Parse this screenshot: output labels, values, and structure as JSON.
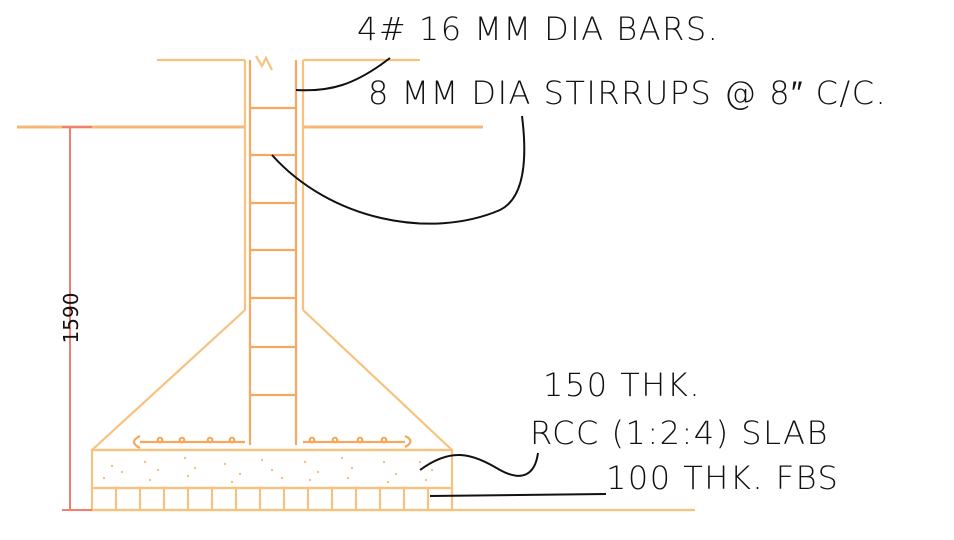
{
  "labels": {
    "main_bars": "4# 16 MM DIA BARS.",
    "stirrups": "8 MM DIA STIRRUPS @ 8″ C/C.",
    "slab_thk": "150 THK.",
    "slab_mix": "RCC (1:2:4) SLAB",
    "fbs": "100 THK. FBS"
  },
  "dimensions": {
    "depth": "1590"
  },
  "colors": {
    "concrete_outline": "#f6c27d",
    "reinforcement": "#f4a860",
    "dimension_line": "#ef7f70",
    "leader_lines": "#111111",
    "background": "#ffffff"
  }
}
